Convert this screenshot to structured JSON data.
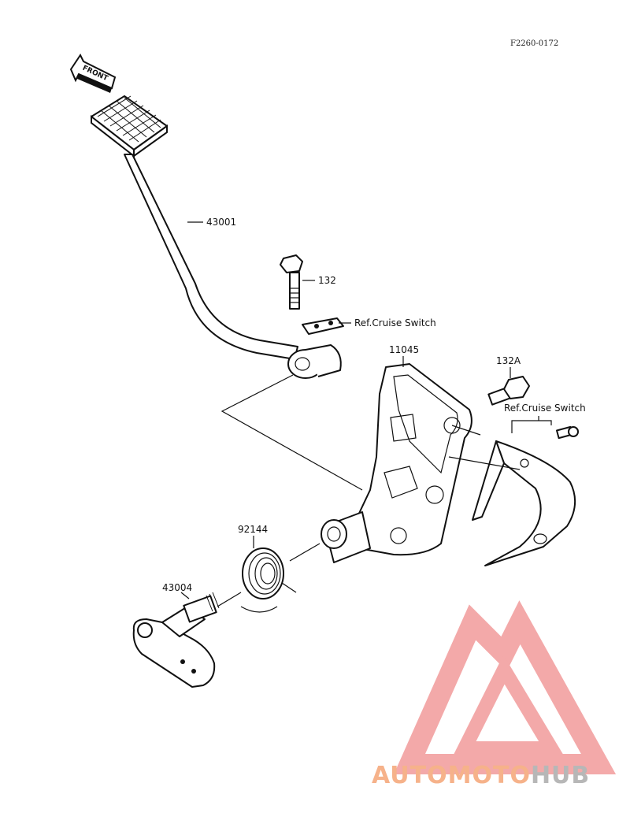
{
  "drawing_code": "F2260-0172",
  "front_arrow": "FRONT",
  "callouts": {
    "p43001": "43001",
    "p132": "132",
    "ref_cruise_1": "Ref.Cruise Switch",
    "p11045": "11045",
    "p132A": "132A",
    "ref_cruise_2": "Ref.Cruise Switch",
    "p92144": "92144",
    "p43004": "43004"
  },
  "watermark": {
    "part1": "AUTOMOTO",
    "part2": "HUB",
    "color1": "#f6b28a",
    "color2": "#b7b7b7",
    "logo_color": "#f29b9b"
  }
}
